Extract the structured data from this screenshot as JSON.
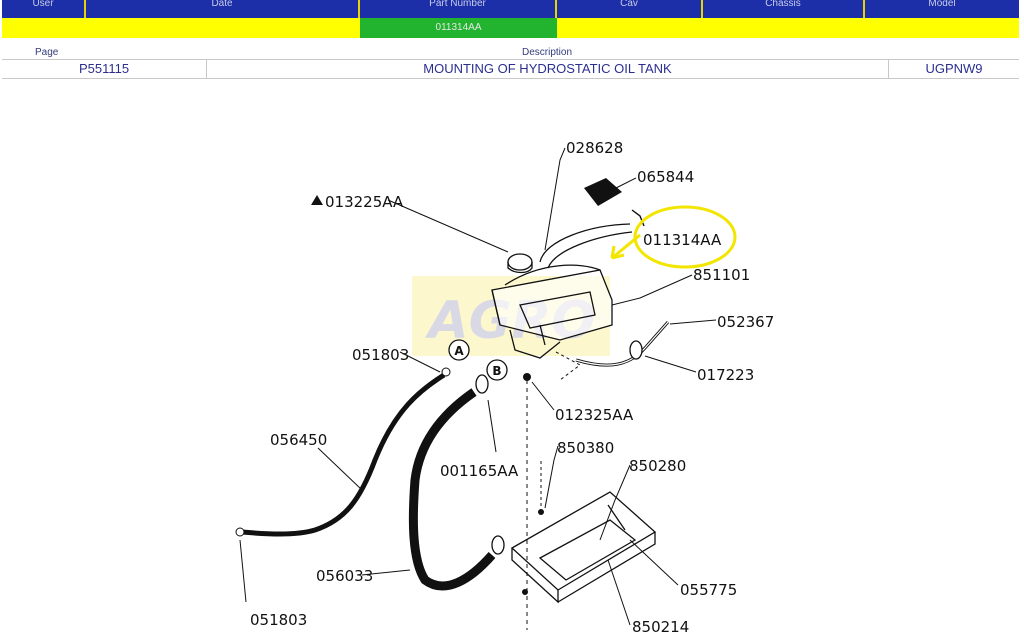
{
  "header": {
    "columns": [
      "User",
      "Date",
      "Part Number",
      "Cav",
      "Chassis",
      "Model"
    ],
    "values": [
      "",
      "",
      "011314AA",
      "",
      "",
      ""
    ]
  },
  "meta": {
    "page_label": "Page",
    "description_label": "Description",
    "page_value": "P551115",
    "description_value": "MOUNTING OF HYDROSTATIC OIL TANK",
    "model_code": "UGPNW9"
  },
  "diagram": {
    "watermark": "AGRO",
    "callouts": {
      "a": "A",
      "b": "B"
    },
    "parts": {
      "p028628": "028628",
      "p065844": "065844",
      "p013225aa": "013225AA",
      "p011314aa": "011314AA",
      "p851101": "851101",
      "p052367": "052367",
      "p017223": "017223",
      "p051803_top": "051803",
      "p012325aa": "012325AA",
      "p056450": "056450",
      "p001165aa": "001165AA",
      "p850380": "850380",
      "p850280": "850280",
      "p056033": "056033",
      "p055775": "055775",
      "p051803_bottom": "051803",
      "p850214": "850214"
    },
    "highlight_color": "#f2e600"
  }
}
